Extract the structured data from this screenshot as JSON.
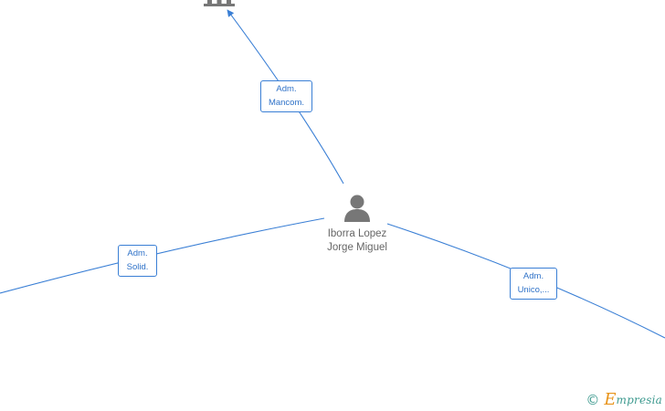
{
  "nodes": {
    "company_top": {
      "icon": "building-icon"
    },
    "person_center": {
      "icon": "person-icon",
      "name_line1": "Iborra Lopez",
      "name_line2": "Jorge Miguel"
    }
  },
  "edges": [
    {
      "id": "to-top-company",
      "label_line1": "Adm.",
      "label_line2": "Mancom."
    },
    {
      "id": "to-left",
      "label_line1": "Adm.",
      "label_line2": "Solid."
    },
    {
      "id": "to-right",
      "label_line1": "Adm.",
      "label_line2": "Unico,..."
    }
  ],
  "footer": {
    "copyright": "©",
    "logo_initial": "E",
    "logo_rest": "mpresia"
  },
  "colors": {
    "edge": "#3a7fd5",
    "node_icon": "#777777",
    "node_text": "#666666",
    "logo_orange": "#e8941a",
    "logo_teal": "#3d9a8f"
  }
}
